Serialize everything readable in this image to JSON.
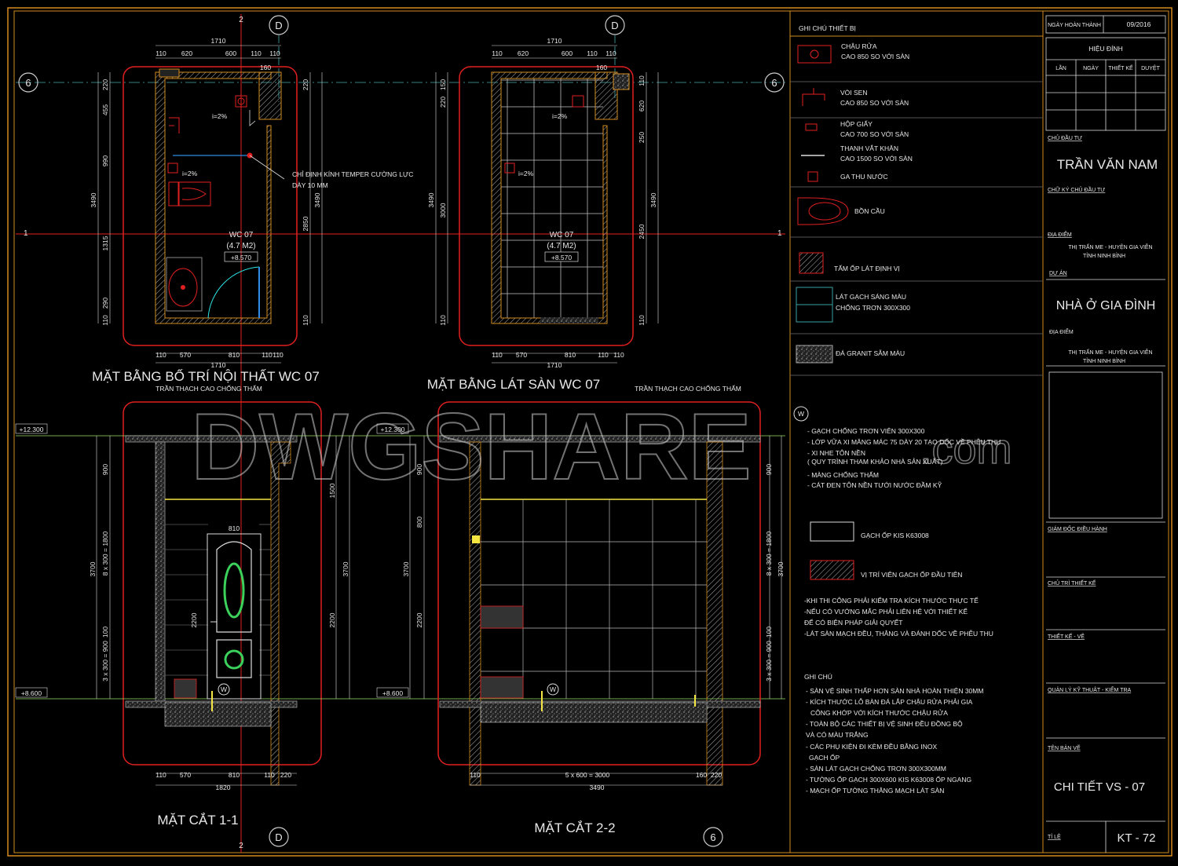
{
  "grid": {
    "d": "D",
    "six": "6",
    "two": "2",
    "one": "1"
  },
  "plan1": {
    "title": "MẶT BẰNG BỐ TRÍ NỘI THẤT WC 07",
    "top_total": "1710",
    "top_dims": [
      "110",
      "620",
      "600",
      "110",
      "110"
    ],
    "top_dim2": "160",
    "bottom_dims": [
      "110",
      "570",
      "810",
      "110",
      "110"
    ],
    "bottom_total": "1710",
    "left_total": "3490",
    "left_dims": [
      "220",
      "455",
      "990",
      "1315",
      "290",
      "110"
    ],
    "right_dims": [
      "220",
      "3490",
      "2850",
      "110"
    ],
    "slope1": "i=2%",
    "slope2": "i=2%",
    "room": "WC 07",
    "area": "(4.7 M2)",
    "level": "+8.570",
    "glass_note1": "CHỈ ĐỊNH KÍNH TEMPER CƯỜNG LỰC",
    "glass_note2": "DÀY 10 MM"
  },
  "plan2": {
    "title": "MẶT BẰNG LÁT SÀN WC 07",
    "top_total": "1710",
    "top_dims": [
      "110",
      "620",
      "600",
      "110",
      "110"
    ],
    "top_dim2": "160",
    "bottom_dims": [
      "110",
      "570",
      "810",
      "110",
      "110"
    ],
    "bottom_total": "1710",
    "left_dims": [
      "150",
      "220",
      "3490",
      "3000",
      "110"
    ],
    "right_dims": [
      "110",
      "620",
      "250",
      "3490",
      "2450",
      "110"
    ],
    "slope1": "i=2%",
    "slope2": "i=2%",
    "room": "WC 07",
    "area": "(4.7 M2)",
    "level": "+8.570"
  },
  "sec1": {
    "title": "MẶT CẮT 1-1",
    "ceiling": "TRẦN THẠCH CAO CHỐNG THẤM",
    "lvl_top": "+12.300",
    "lvl_bot": "+8.600",
    "door_w": "810",
    "left_dims": [
      "900",
      "3700",
      "8 x 300 = 1800",
      "100",
      "3 x 300 = 900"
    ],
    "mid_dims": [
      "1500",
      "3700",
      "2200",
      "2200"
    ],
    "bottom_dims": [
      "110",
      "570",
      "810",
      "110",
      "220"
    ],
    "bottom_total": "1820"
  },
  "sec2": {
    "title": "MẶT CẮT 2-2",
    "ceiling": "TRẦN THẠCH CAO CHỐNG THẤM",
    "lvl_top": "+12.300",
    "lvl_bot": "+8.600",
    "left_dims": [
      "900",
      "3700",
      "800",
      "2200"
    ],
    "right_dims": [
      "900",
      "8 x 300 = 1800",
      "3700",
      "100",
      "3 x 300 = 900"
    ],
    "bottom_dims": [
      "110",
      "5 x 600 = 3000",
      "160",
      "220"
    ],
    "bottom_total": "3490"
  },
  "legend": {
    "header": "GHI CHÚ THIẾT BỊ",
    "items": [
      {
        "l1": "CHẬU RỬA",
        "l2": "CAO 850 SO VỚI SÀN"
      },
      {
        "l1": "VÒI SEN",
        "l2": "CAO 850 SO VỚI SÀN"
      },
      {
        "l1": "HỘP GIẤY",
        "l2": "CAO 700 SO VỚI SÀN"
      },
      {
        "l1": "THANH VẮT KHĂN",
        "l2": "CAO 1500 SO VỚI SÀN"
      },
      {
        "l1": "GA THU NƯỚC",
        "l2": ""
      },
      {
        "l1": "BỒN CẦU",
        "l2": ""
      },
      {
        "l1": "TẤM ỐP LÁT ĐỊNH VỊ",
        "l2": ""
      },
      {
        "l1": "LÁT GẠCH SÁNG MÀU",
        "l2": "CHỐNG TRƠN 300X300"
      },
      {
        "l1": "ĐÁ GRANIT SẪM MÀU",
        "l2": ""
      }
    ],
    "w_mark": "W",
    "layers": [
      "- GẠCH CHỐNG TRƠN VIÊN 300X300",
      "- LỚP VỮA XI MĂNG MÁC 75 DÀY 20 TẠO DỐC VỀ PHỄU THU",
      "- XI NHE TÔN NỀN",
      "( QUY TRÌNH THAM KHẢO NHÀ SẢN XUẤT)",
      "- MÀNG CHỐNG THẤM",
      "- CÁT ĐEN TÔN NỀN TƯỚI NƯỚC ĐẦM KỸ"
    ],
    "tile1": "GẠCH ỐP KIS K63008",
    "tile2": "VỊ TRÍ VIÊN GẠCH ỐP ĐẦU TIÊN",
    "warn": [
      "-KHI THI CÔNG PHẢI KIỂM TRA KÍCH THƯỚC THỰC TẾ",
      "-NẾU CÓ VƯỚNG MẮC PHẢI LIÊN HỆ VỚI THIẾT KẾ",
      "ĐỂ CÓ BIỆN PHÁP GIẢI QUYẾT",
      "-LÁT SÀN MẠCH ĐỀU, THẲNG VÀ ĐÁNH DỐC VỀ PHỄU THU"
    ],
    "notes_header": "GHI CHÚ",
    "notes": [
      "- SÀN VỆ SINH THẤP HƠN SÀN NHÀ HOÀN THIỆN 30MM",
      "- KÍCH THƯỚC LỖ BÀN ĐÁ LẮP CHẬU RỬA PHẢI GIA",
      "CÔNG KHỚP VỚI KÍCH THƯỚC CHẬU RỬA",
      "- TOÀN BỘ CÁC THIẾT BỊ VỆ SINH ĐỀU ĐỒNG BỘ",
      "VÀ CÓ MÀU TRẮNG",
      "- CÁC PHỤ KIỆN ĐI KÈM ĐỀU BẰNG INOX",
      "GẠCH ỐP",
      "- SÀN LÁT GẠCH CHỐNG TRƠN 300X300MM",
      "- TƯỜNG ỐP GẠCH 300X600 KIS K63008 ỐP NGANG",
      "- MẠCH ỐP TƯỜNG THẲNG MẠCH LÁT SÀN"
    ]
  },
  "titleblock": {
    "done_label": "NGÀY HOÀN THÀNH",
    "done_date": "09/2016",
    "rev": "HIỆU ĐÍNH",
    "rev_cols": [
      "LẦN",
      "NGÀY",
      "THIẾT KẾ",
      "DUYỆT"
    ],
    "owner_label": "CHỦ ĐẦU TƯ",
    "owner": "TRẦN VĂN NAM",
    "sign_label": "CHỮ KÝ CHỦ ĐẦU TƯ",
    "loc_label": "ĐỊA ĐIỂM",
    "loc1": "THỊ TRẤN ME - HUYỆN GIA VIỄN",
    "loc1b": "TỈNH NINH BÌNH",
    "proj_label": "DỰ ÁN",
    "project": "NHÀ Ở GIA ĐÌNH",
    "loc2_label": "ĐỊA ĐIỂM",
    "loc2": "THỊ TRẤN ME - HUYỆN GIA VIỄN",
    "loc2b": "TỈNH NINH BÌNH",
    "director": "GIÁM ĐỐC ĐIỀU HÀNH",
    "chief": "CHỦ TRÌ THIẾT KẾ",
    "designer": "THIẾT KẾ - VẼ",
    "qa": "QUẢN LÝ KỸ THUẬT - KIỂM TRA",
    "sheet_label": "TÊN BẢN VẼ",
    "sheet_name": "CHI TIẾT VS - 07",
    "scale_label": "TỈ LỆ",
    "sheet_no": "KT - 72"
  },
  "watermark": "DWGSHARE",
  "watermark_suffix": ".com",
  "colors": {
    "frame": "#d28a1e",
    "red": "#e02020",
    "yellow": "#f5e642",
    "cyan": "#2ee6e6",
    "white": "#e8e8e8",
    "teal": "#3aa0a0"
  }
}
